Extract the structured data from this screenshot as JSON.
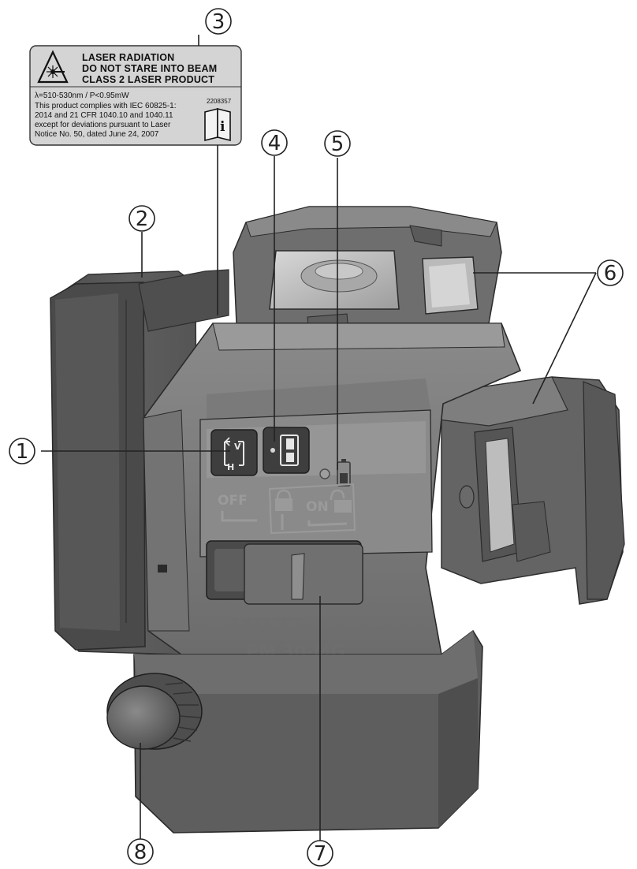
{
  "callouts": [
    {
      "number": "1",
      "target": "mode-button"
    },
    {
      "number": "2",
      "target": "battery"
    },
    {
      "number": "3",
      "target": "warning-label"
    },
    {
      "number": "4",
      "target": "battery-indicator-button"
    },
    {
      "number": "5",
      "target": "status-led"
    },
    {
      "number": "6",
      "target": "laser-exit-windows"
    },
    {
      "number": "7",
      "target": "on-off-lock-switch"
    },
    {
      "number": "8",
      "target": "adjustment-knob"
    }
  ],
  "warning_label": {
    "line1": "LASER RADIATION",
    "line2": "DO NOT STARE INTO BEAM",
    "line3": "CLASS 2 LASER PRODUCT",
    "spec": "λ=510-530nm / P<0.95mW",
    "compliance1": "This product complies with IEC 60825-1:",
    "compliance2": "2014 and 21 CFR 1040.10 and 1040.11",
    "compliance3": "except for deviations pursuant to Laser",
    "compliance4": "Notice No. 50, dated June 24, 2007",
    "part_number": "2208357"
  },
  "device": {
    "off_label": "OFF",
    "on_label": "ON",
    "mode_v": "V",
    "mode_h": "H",
    "brand_emboss": "HILTI",
    "model_emboss": "PM 30-MG"
  },
  "colors": {
    "body_dark": "#5a5a5a",
    "body_mid": "#7a7a7a",
    "body_light": "#9a9a9a",
    "panel": "#8d8d8d",
    "label_bg": "#d4d4d4"
  }
}
